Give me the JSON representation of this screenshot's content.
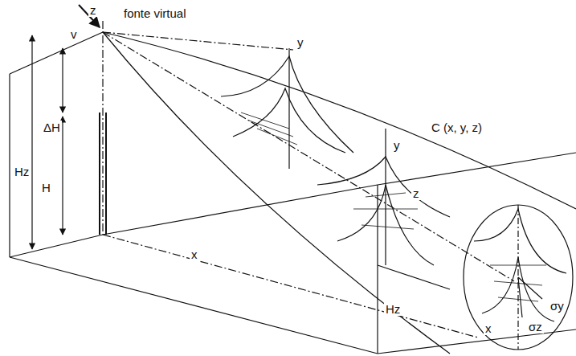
{
  "diagram": {
    "labels": [
      "z",
      "fonte virtual",
      "v",
      "y",
      "ΔH",
      "Hz",
      "H",
      "C (x, y, z)",
      "y",
      "z",
      "x",
      "Hz",
      "x",
      "σy",
      "σz"
    ]
  }
}
